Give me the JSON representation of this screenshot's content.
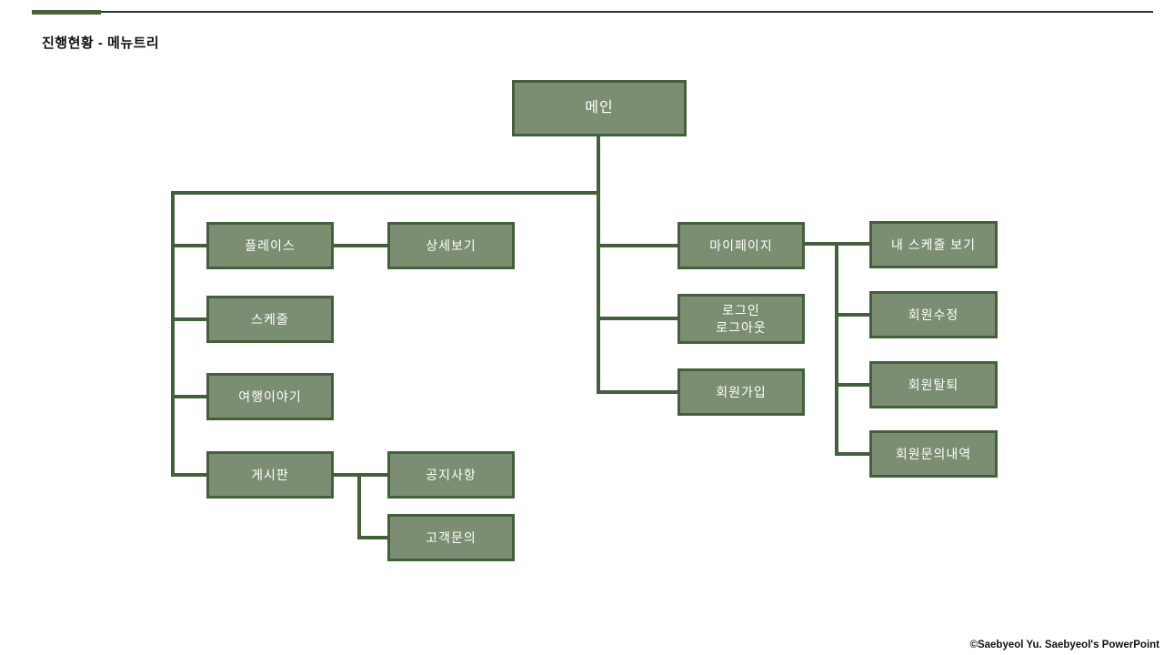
{
  "slide": {
    "title": "진행현황 - 메뉴트리",
    "footer": "©Saebyeol Yu. Saebyeol's PowerPoint"
  },
  "colors": {
    "box_fill": "#7c8e72",
    "box_border": "#42603a",
    "connector": "#42603a",
    "accent_bar": "#47613c",
    "top_line": "#2a3342",
    "node_text": "#ffffff",
    "title_text": "#121212"
  },
  "nodes": {
    "main": "메인",
    "place": "플레이스",
    "detail_view": "상세보기",
    "schedule": "스케줄",
    "travel_story": "여행이야기",
    "board": "게시판",
    "notice": "공지사항",
    "customer_inquiry": "고객문의",
    "my_page": "마이페이지",
    "login_logout": "로그인\n로그아웃",
    "sign_up": "회원가입",
    "my_schedule_view": "내 스케줄 보기",
    "member_edit": "회원수정",
    "member_withdraw": "회원탈퇴",
    "member_inquiry_history": "회원문의내역"
  },
  "tree_structure": {
    "root": "메인",
    "children": [
      {
        "label": "플레이스",
        "children": [
          "상세보기"
        ]
      },
      {
        "label": "스케줄",
        "children": []
      },
      {
        "label": "여행이야기",
        "children": []
      },
      {
        "label": "게시판",
        "children": [
          "공지사항",
          "고객문의"
        ]
      },
      {
        "label": "마이페이지",
        "children": [
          "내 스케줄 보기",
          "회원수정",
          "회원탈퇴",
          "회원문의내역"
        ]
      },
      {
        "label": "로그인\n로그아웃",
        "children": []
      },
      {
        "label": "회원가입",
        "children": []
      }
    ]
  }
}
